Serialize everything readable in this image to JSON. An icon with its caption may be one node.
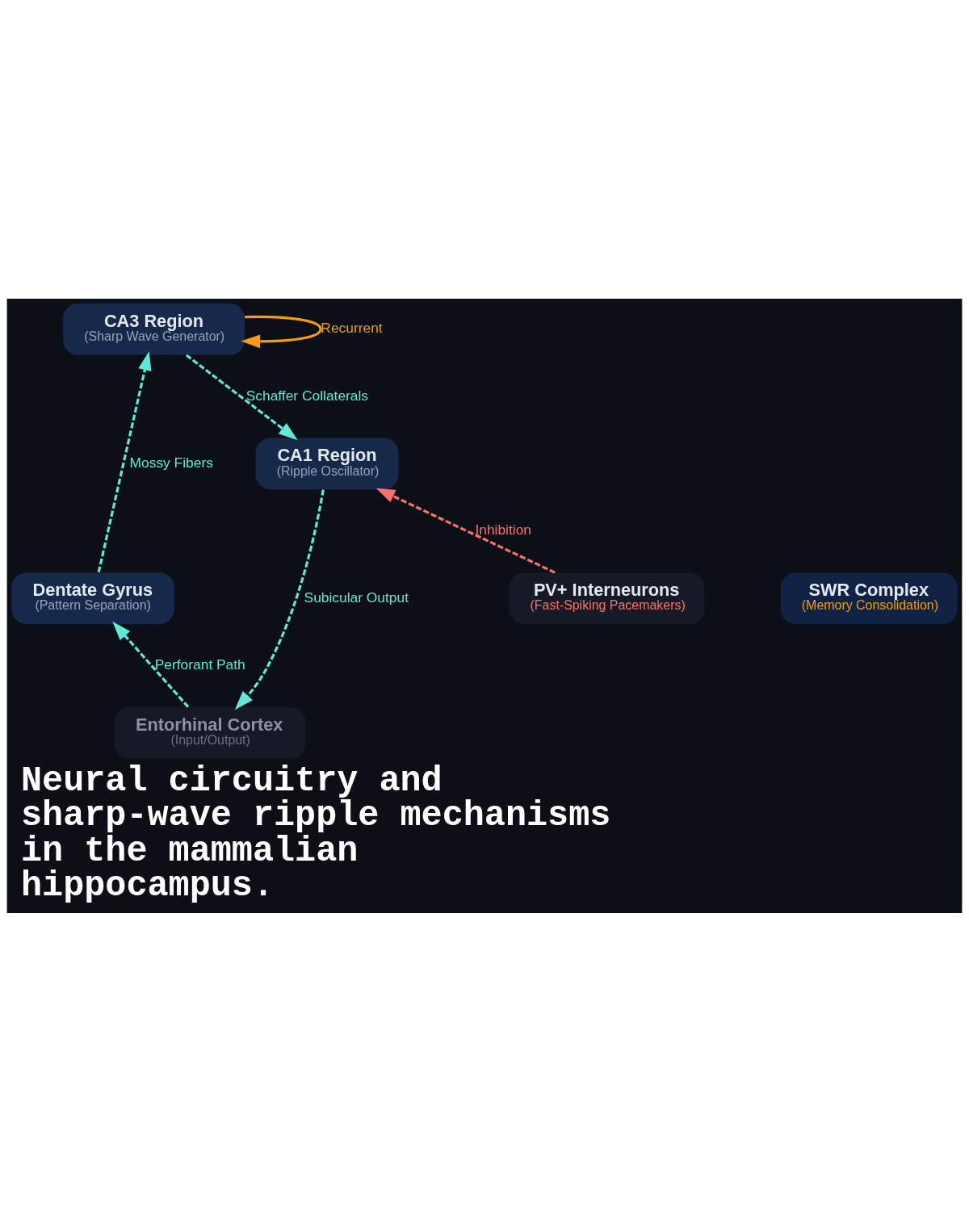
{
  "diagram": {
    "title": "Neural circuitry and sharp-wave ripple mechanisms in the mammalian hippocampus.",
    "nodes": [
      {
        "text": [
          "CA3 Region",
          "(Sharp Wave Generator)"
        ]
      },
      {
        "text": [
          "CA1 Region",
          "(Ripple Oscillator)"
        ]
      },
      {
        "text": [
          "Dentate Gyrus",
          "(Pattern Separation)"
        ]
      },
      {
        "text": [
          "PV+ Interneurons",
          "(Fast-Spiking Pacemakers)"
        ]
      },
      {
        "text": [
          "SWR Complex",
          "(Memory Consolidation)"
        ]
      },
      {
        "text": [
          "Entorhinal Cortex",
          "(Input/Output)"
        ]
      }
    ],
    "edges": [
      {
        "from": 0,
        "to": 0,
        "arrow": "to",
        "label": "Recurrent",
        "color": "#f59e0b"
      },
      {
        "from": 0,
        "to": 1,
        "arrow": "to",
        "label": "Schaffer Collaterals",
        "style": "dashed"
      },
      {
        "from": 3,
        "to": 1,
        "arrow": "to",
        "label": "Inhibition",
        "style": "dashed",
        "color": "#f87171"
      },
      {
        "from": 1,
        "to": 5,
        "arrow": "to",
        "label": "Subicular Output",
        "style": "dashed"
      },
      {
        "from": 5,
        "to": 2,
        "arrow": "to",
        "label": "Perforant Path",
        "style": "dashed"
      },
      {
        "from": 2,
        "to": 0,
        "arrow": "to",
        "label": "Mossy Fibers",
        "style": "dashed"
      }
    ]
  }
}
